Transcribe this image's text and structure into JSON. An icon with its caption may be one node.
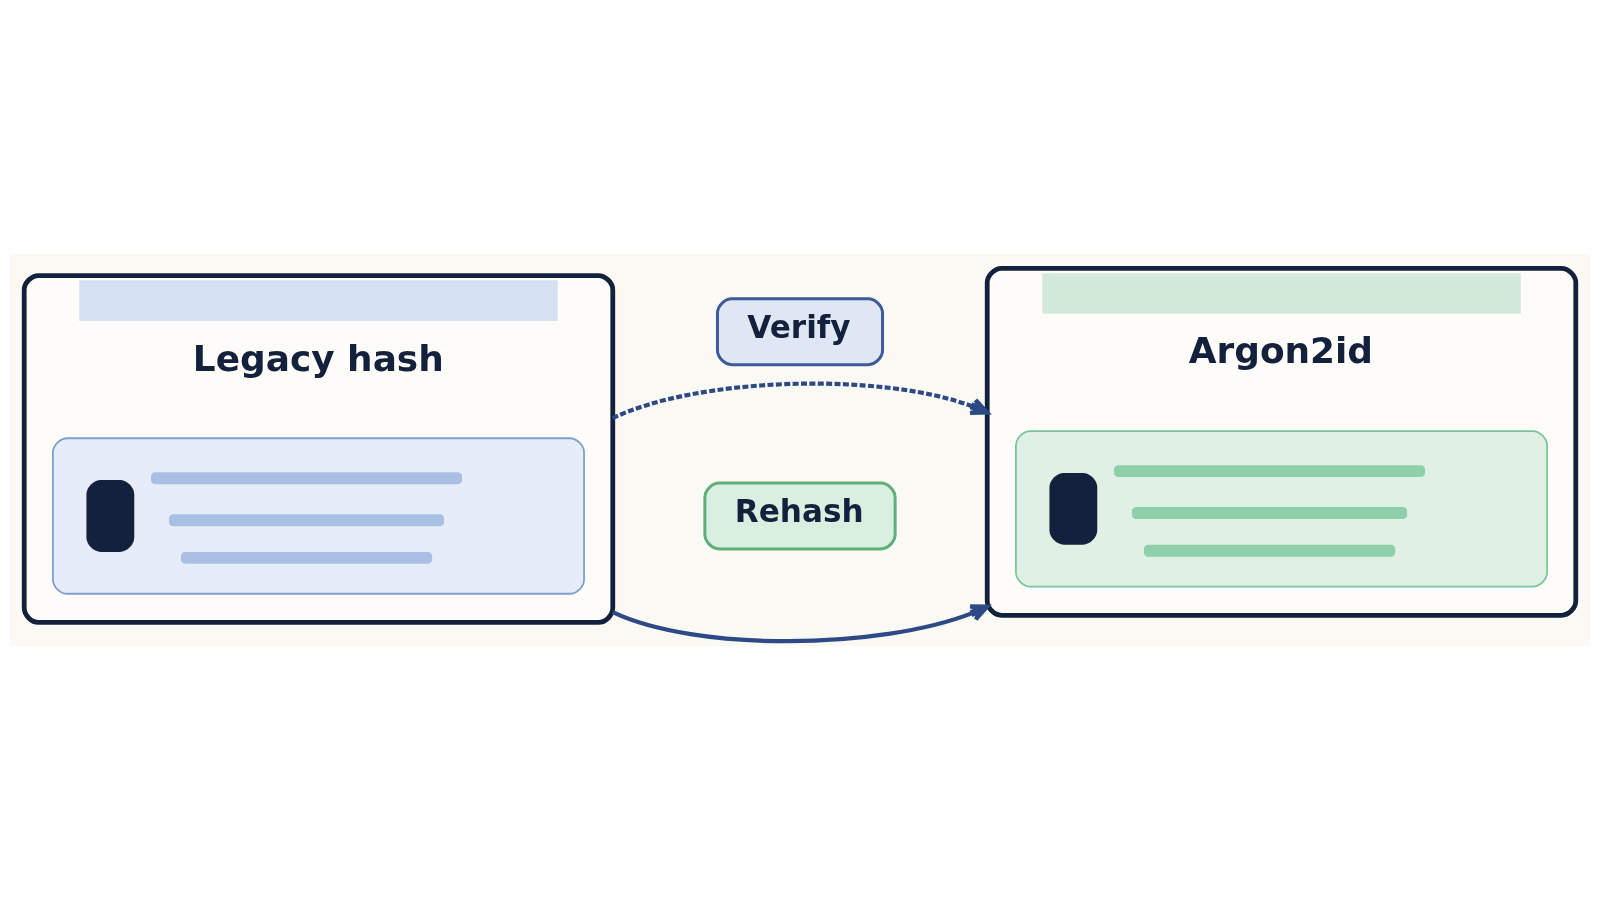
{
  "diagram": {
    "nodes": [
      {
        "text": [
          "Legacy hash"
        ]
      },
      {
        "text": [],
        "shape": "box",
        "in": 0
      },
      {
        "text": [
          "Verify"
        ]
      },
      {
        "text": [
          "Rehash"
        ]
      },
      {
        "text": [
          "Argon2id"
        ]
      },
      {
        "text": [],
        "shape": "box",
        "in": 4
      }
    ],
    "edges": [
      {
        "from": 0,
        "to": 4,
        "arrow": "to",
        "style": "dashed"
      },
      {
        "from": 0,
        "to": 4,
        "arrow": "to"
      }
    ]
  }
}
